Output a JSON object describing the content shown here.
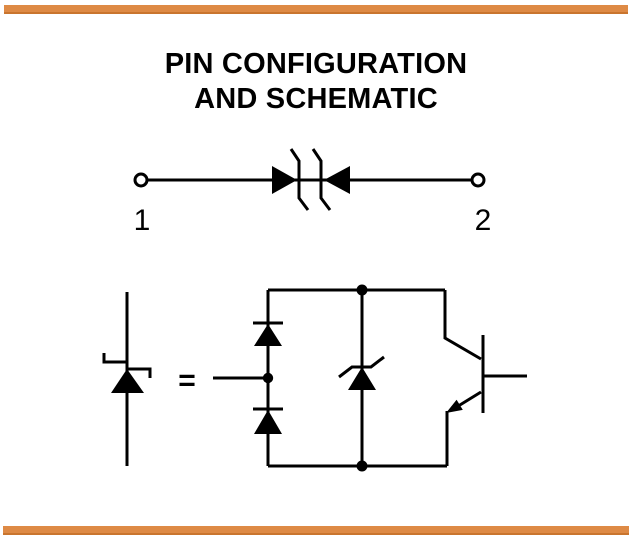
{
  "page": {
    "background": "#ffffff",
    "accent_bar_color": "#DE8A45",
    "accent_bar_shadow_color": "#C9752E",
    "ink_color": "#000000"
  },
  "title": {
    "line1": "PIN CONFIGURATION",
    "line2": "AND SCHEMATIC"
  },
  "pin_diagram": {
    "pin1_label": "1",
    "pin2_label": "2",
    "symbols": [
      "terminal-circle-1",
      "back-to-back-zener-diodes",
      "terminal-circle-2"
    ]
  },
  "equivalent_circuit": {
    "equals_sign": "=",
    "symbols": [
      "bidirectional-zener-symbol",
      "steering-diode-upper",
      "steering-diode-lower",
      "center-zener-diode",
      "npn-transistor"
    ]
  }
}
